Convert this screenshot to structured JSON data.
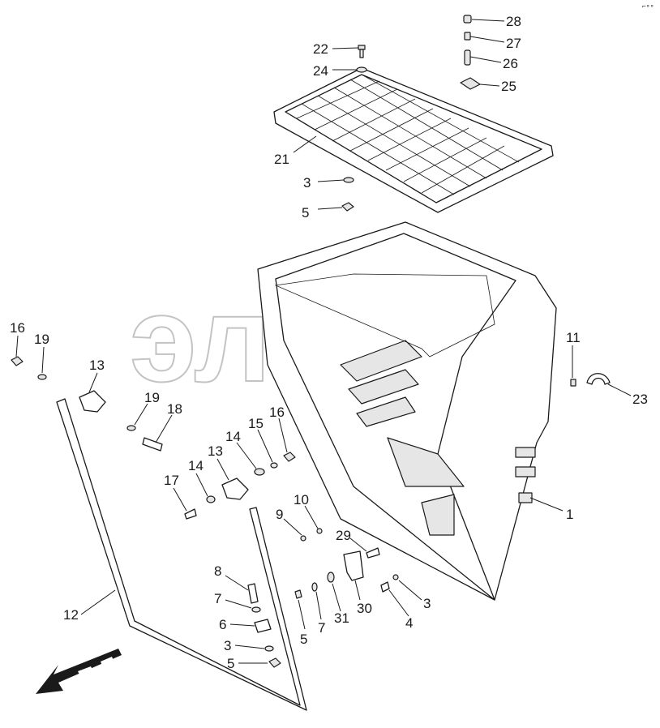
{
  "watermark_text": "элф",
  "corner_mark": "⌐∘∘",
  "callouts": [
    {
      "id": "c28",
      "label": "28"
    },
    {
      "id": "c27",
      "label": "27"
    },
    {
      "id": "c26",
      "label": "26"
    },
    {
      "id": "c25",
      "label": "25"
    },
    {
      "id": "c22",
      "label": "22"
    },
    {
      "id": "c24",
      "label": "24"
    },
    {
      "id": "c21",
      "label": "21"
    },
    {
      "id": "c3a",
      "label": "3"
    },
    {
      "id": "c5a",
      "label": "5"
    },
    {
      "id": "c16a",
      "label": "16"
    },
    {
      "id": "c19a",
      "label": "19"
    },
    {
      "id": "c13a",
      "label": "13"
    },
    {
      "id": "c19b",
      "label": "19"
    },
    {
      "id": "c18",
      "label": "18"
    },
    {
      "id": "c14a",
      "label": "14"
    },
    {
      "id": "c15",
      "label": "15"
    },
    {
      "id": "c16b",
      "label": "16"
    },
    {
      "id": "c13b",
      "label": "13"
    },
    {
      "id": "c14b",
      "label": "14"
    },
    {
      "id": "c17",
      "label": "17"
    },
    {
      "id": "c11",
      "label": "11"
    },
    {
      "id": "c23",
      "label": "23"
    },
    {
      "id": "c1",
      "label": "1"
    },
    {
      "id": "c10",
      "label": "10"
    },
    {
      "id": "c9",
      "label": "9"
    },
    {
      "id": "c29",
      "label": "29"
    },
    {
      "id": "c8",
      "label": "8"
    },
    {
      "id": "c7a",
      "label": "7"
    },
    {
      "id": "c6",
      "label": "6"
    },
    {
      "id": "c3b",
      "label": "3"
    },
    {
      "id": "c5b",
      "label": "5"
    },
    {
      "id": "c12",
      "label": "12"
    },
    {
      "id": "c5c",
      "label": "5"
    },
    {
      "id": "c7b",
      "label": "7"
    },
    {
      "id": "c31",
      "label": "31"
    },
    {
      "id": "c30",
      "label": "30"
    },
    {
      "id": "c4",
      "label": "4"
    },
    {
      "id": "c3c",
      "label": "3"
    }
  ]
}
